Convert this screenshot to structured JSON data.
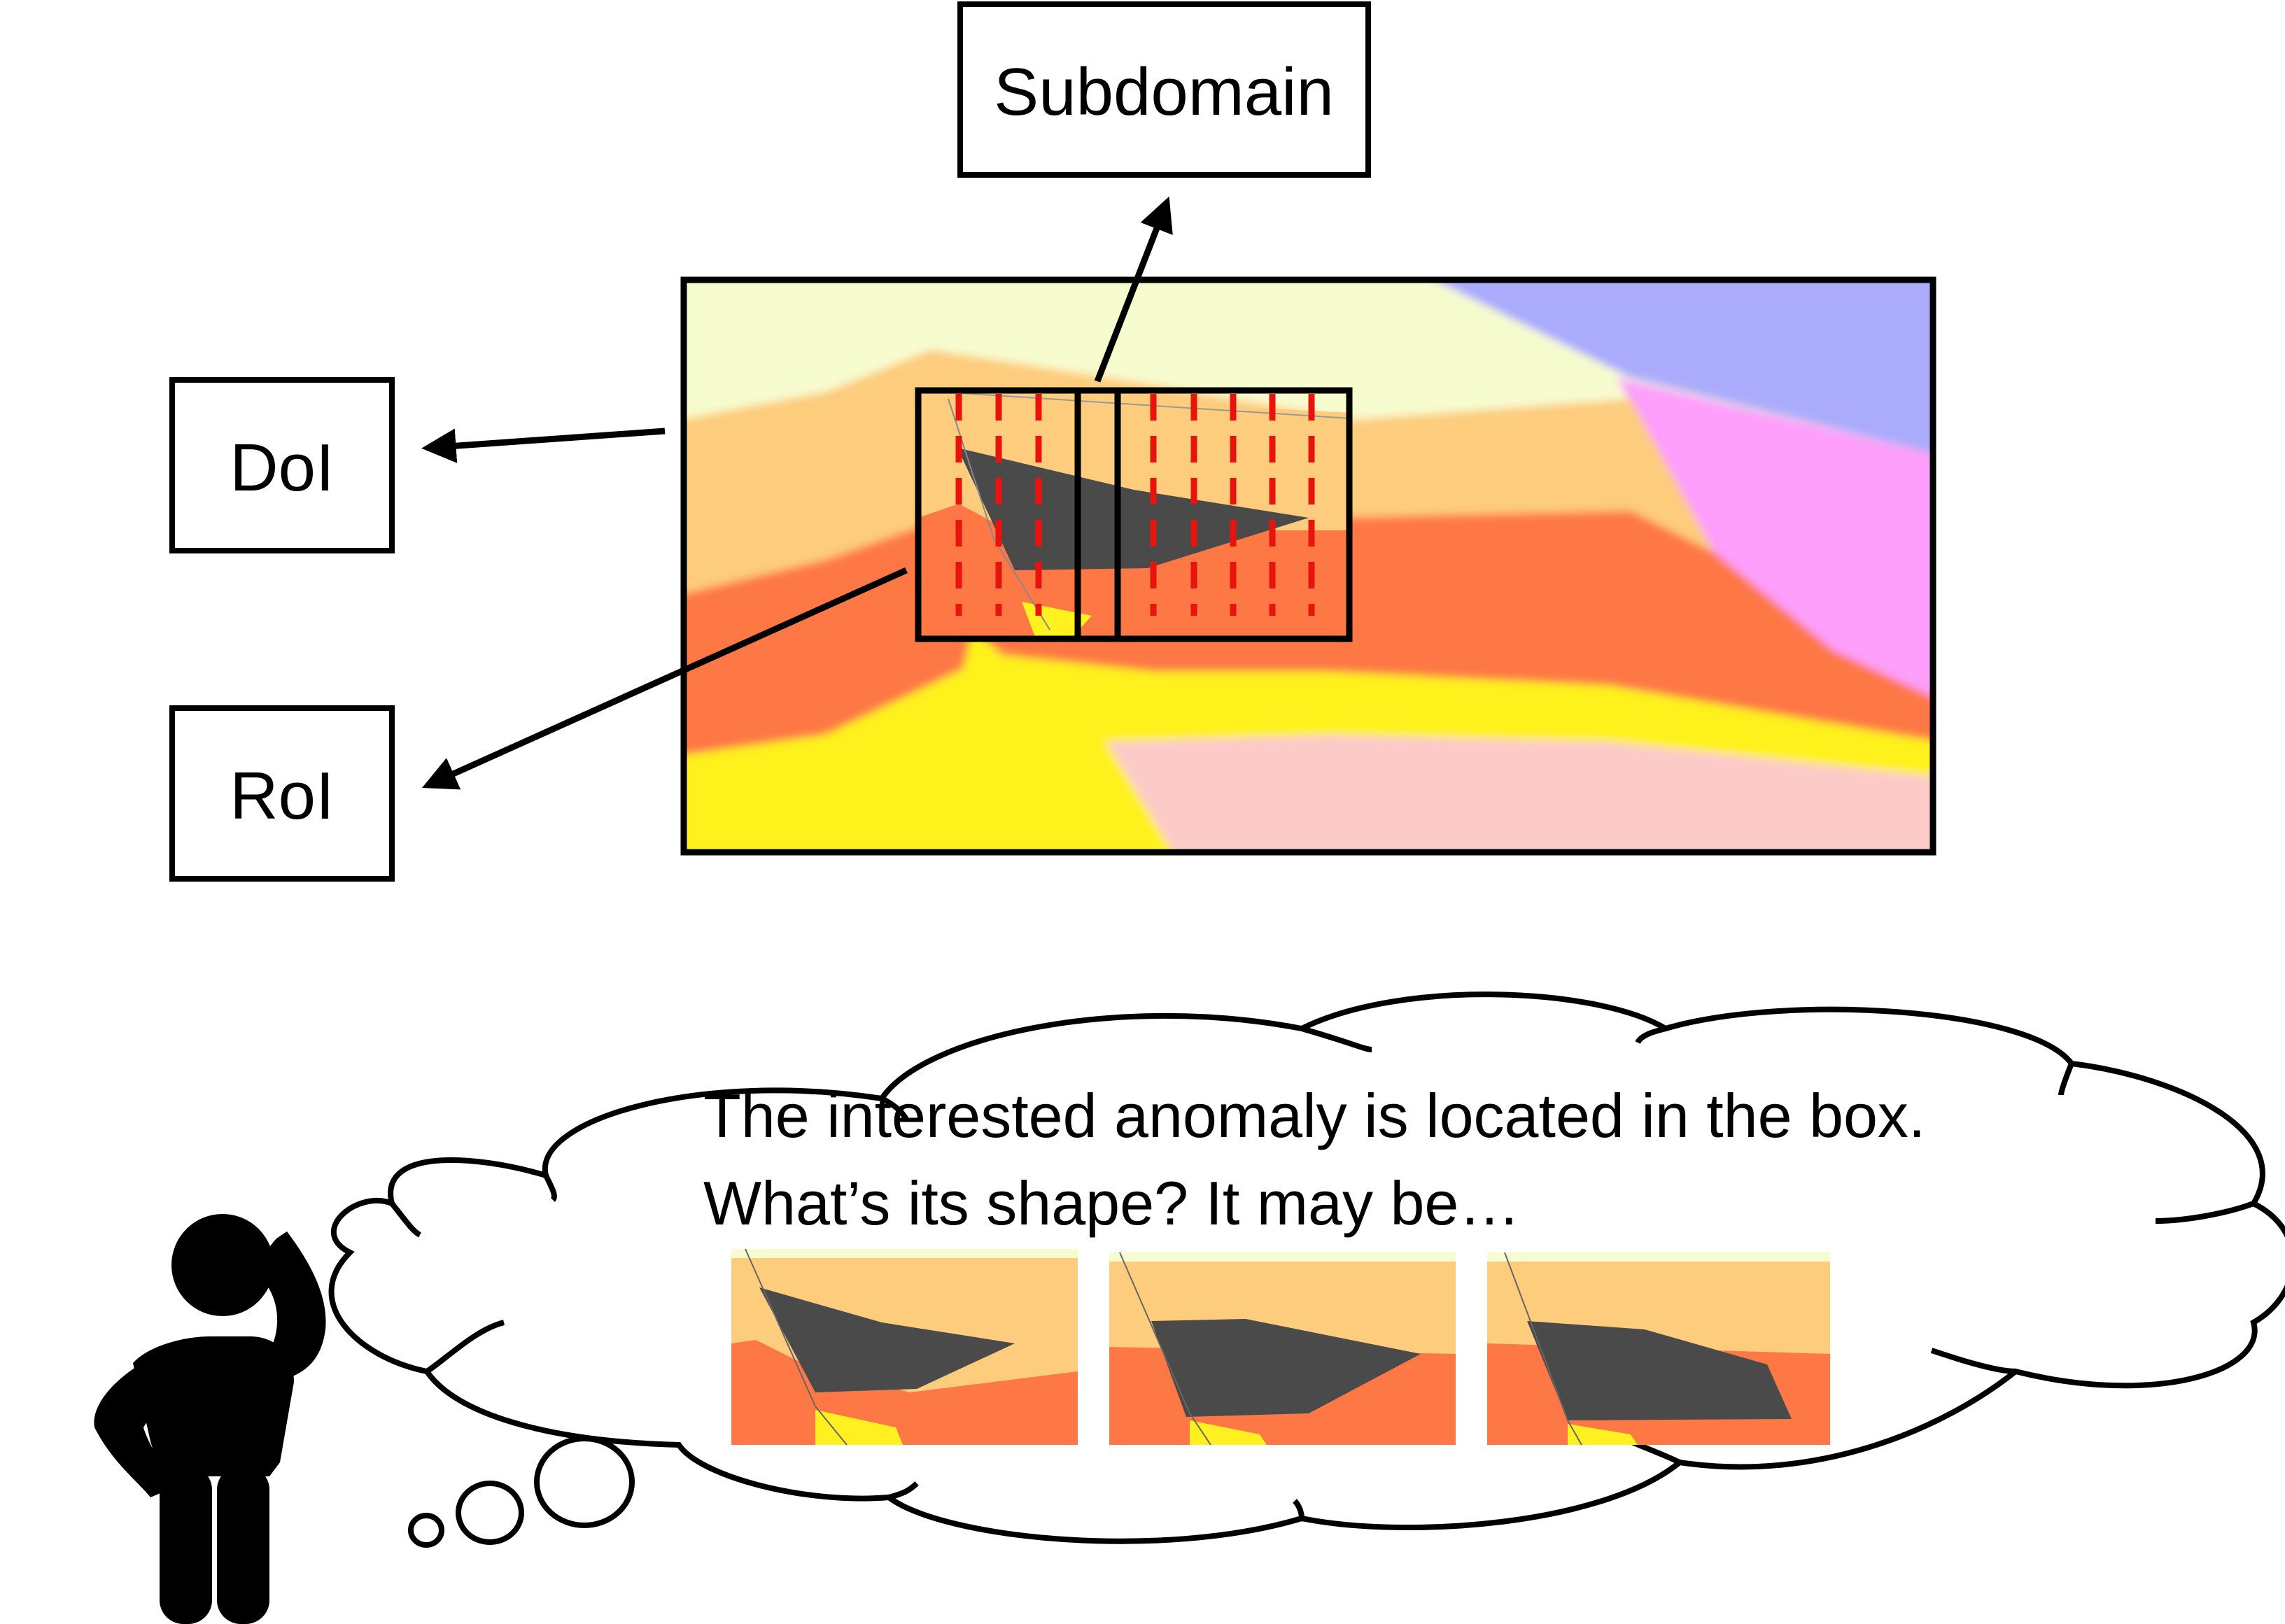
{
  "labels": {
    "subdomain": "Subdomain",
    "doi": "DoI",
    "roi": "RoI"
  },
  "thought": {
    "line1": "The interested anomaly is located in the box.",
    "line2": "What’s its shape? It may be…"
  },
  "colors": {
    "layer_cream": "#f7fccf",
    "layer_tan": "#fdcc7d",
    "layer_orange": "#fe7845",
    "layer_yellow": "#fff11f",
    "layer_blue": "#aaabfb",
    "layer_pink": "#fd9ffb",
    "layer_lightpink": "#fccbc8",
    "anomaly": "#4a4a4a",
    "subdomain_marks": "#e8130c",
    "outline": "#000000"
  },
  "icons": [
    "thinking-person-icon",
    "thought-cloud-icon"
  ]
}
